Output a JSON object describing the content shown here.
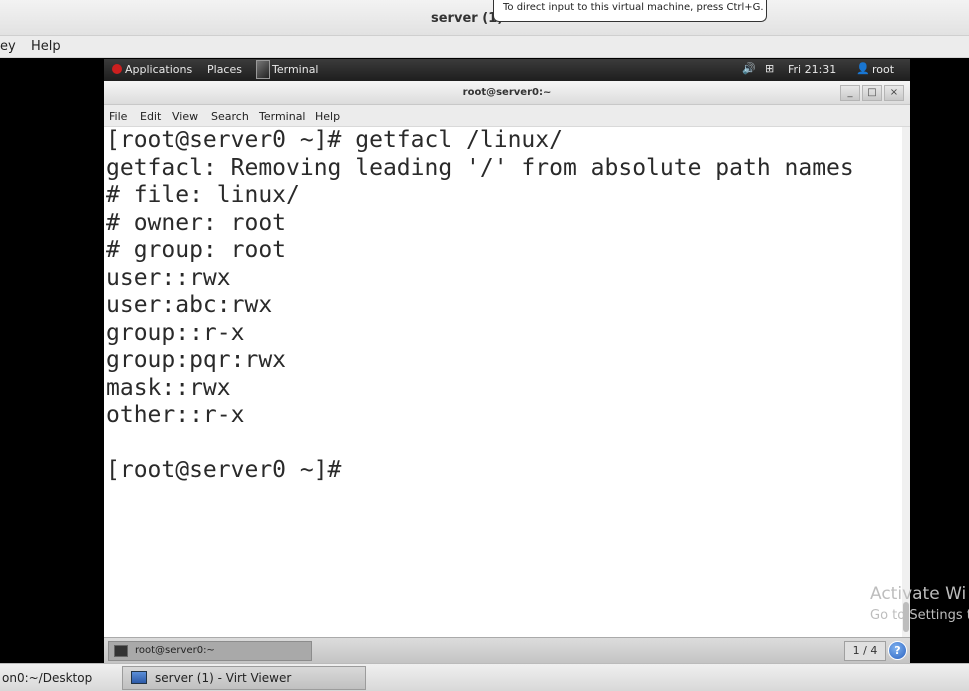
{
  "host_window": {
    "title": "server (1) - Virt Viewer",
    "tooltip": "To direct input to this virtual machine, press Ctrl+G.",
    "menu": [
      "ey",
      "Help"
    ]
  },
  "guest_panel": {
    "applications": "Applications",
    "places": "Places",
    "terminal": "Terminal",
    "volume_icon": "🔊",
    "network_icon": "⊞",
    "clock": "Fri 21:31",
    "user_icon": "👤",
    "user": "root"
  },
  "terminal_window": {
    "title": "root@server0:~",
    "controls": [
      "_",
      "□",
      "×"
    ],
    "menu": [
      "File",
      "Edit",
      "View",
      "Search",
      "Terminal",
      "Help"
    ],
    "lines": [
      "[root@server0 ~]# getfacl /linux/",
      "getfacl: Removing leading '/' from absolute path names",
      "# file: linux/",
      "# owner: root",
      "# group: root",
      "user::rwx",
      "user:abc:rwx",
      "group::r-x",
      "group:pqr:rwx",
      "mask::rwx",
      "other::r-x",
      "",
      "[root@server0 ~]#"
    ]
  },
  "watermark": {
    "line1": "Activate Wi",
    "line2": "Go to Settings t"
  },
  "guest_taskbar": {
    "task": "root@server0:~",
    "workspace": "1 / 4",
    "help": "?"
  },
  "host_taskbar": {
    "left_task": "on0:~/Desktop",
    "right_task": "server (1) - Virt Viewer"
  }
}
